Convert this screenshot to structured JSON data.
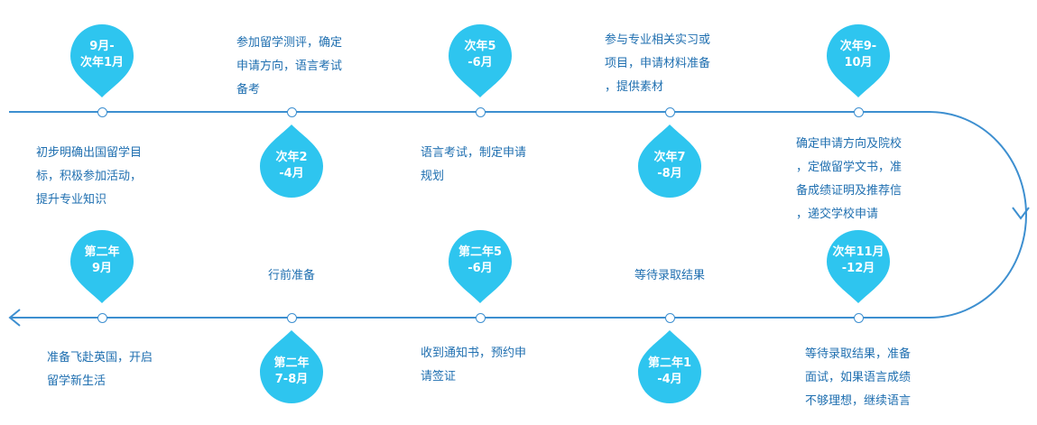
{
  "colors": {
    "line": "#3d8fd0",
    "drop": "#2ec5ef",
    "text": "#1f6fb0"
  },
  "stages": [
    {
      "label": "9月-\n次年1月",
      "desc": "初步明确出国留学目\n标，积极参加活动，\n提升专业知识"
    },
    {
      "label": "次年2\n-4月",
      "desc": "参加留学测评，确定\n申请方向，语言考试\n备考"
    },
    {
      "label": "次年5\n-6月",
      "desc": "语言考试，制定申请\n规划"
    },
    {
      "label": "次年7\n-8月",
      "desc": "参与专业相关实习或\n项目，申请材料准备\n，提供素材"
    },
    {
      "label": "次年9-\n10月",
      "desc": "确定申请方向及院校\n，定做留学文书，准\n备成绩证明及推荐信\n，递交学校申请"
    },
    {
      "label": "次年11月\n-12月",
      "desc": "等待录取结果，准备\n面试，如果语言成绩\n不够理想，继续语言"
    },
    {
      "label": "第二年1\n-4月",
      "desc": "等待录取结果"
    },
    {
      "label": "第二年5\n-6月",
      "desc": "收到通知书，预约申\n请签证"
    },
    {
      "label": "第二年\n7-8月",
      "desc": "行前准备"
    },
    {
      "label": "第二年\n9月",
      "desc": "准备飞赴英国，开启\n留学新生活"
    }
  ]
}
